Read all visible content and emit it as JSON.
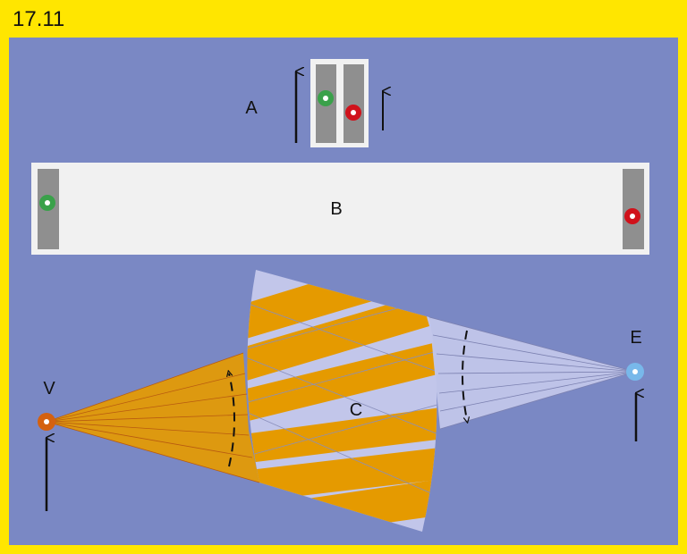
{
  "figure_number": "17.11",
  "labels": {
    "a": "A",
    "b": "B",
    "c": "C",
    "v": "V",
    "e": "E"
  },
  "colors": {
    "frame": "#ffe600",
    "panel": "#7a88c4",
    "strip_bg": "#f1f1f1",
    "strip_bar": "#8f8f8f",
    "green_dot": "#3aa14a",
    "red_dot": "#d0121b",
    "orange_stripe": "#e59a00",
    "lilac_stripe": "#c2c6ea",
    "v_dot": "#d4610f",
    "e_dot": "#78b8ea"
  }
}
